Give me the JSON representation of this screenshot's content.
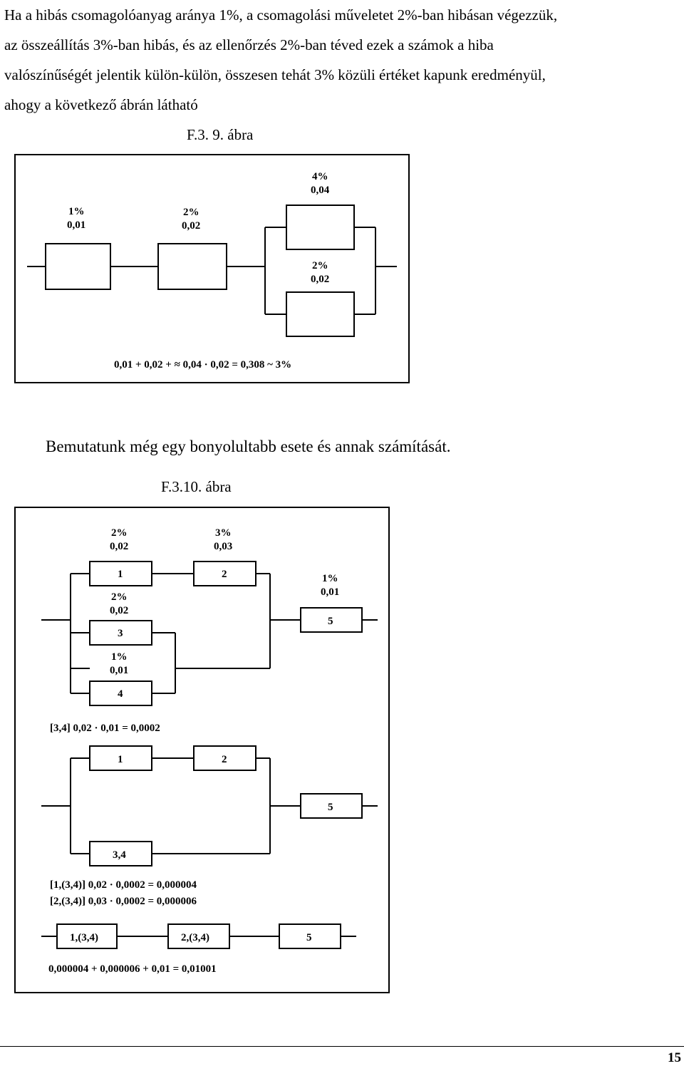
{
  "paragraph": {
    "lines": [
      "Ha a hibás csomagolóanyag aránya 1%, a csomagolási műveletet 2%-ban hibásan végezzük,",
      "az összeállítás 3%-ban hibás, és az ellenőrzés 2%-ban téved ezek a számok a hiba",
      "valószínűségét jelentik külön-külön, összesen tehát 3% közüli értéket kapunk eredményül,",
      "ahogy a következő ábrán látható"
    ]
  },
  "figure1": {
    "title": "F.3. 9. ábra",
    "blocks": [
      {
        "pct": "1%",
        "prob": "0,01"
      },
      {
        "pct": "2%",
        "prob": "0,02"
      },
      {
        "pct": "4%",
        "prob": "0,04"
      },
      {
        "pct": "2%",
        "prob": "0,02"
      }
    ],
    "formula": "0,01 + 0,02 + ≈ 0,04 · 0,02 = 0,308 ~ 3%"
  },
  "middle_text": "Bemutatunk még egy bonyolultabb esete és annak számítását.",
  "figure2": {
    "title": "F.3.10. ábra",
    "b1": {
      "pct": "2%",
      "prob": "0,02",
      "label": "1"
    },
    "b2": {
      "pct": "3%",
      "prob": "0,03",
      "label": "2"
    },
    "b3": {
      "pct": "2%",
      "prob": "0,02",
      "label": "3"
    },
    "b4": {
      "pct": "1%",
      "prob": "0,01",
      "label": "4"
    },
    "b5": {
      "pct": "1%",
      "prob": "0,01",
      "label": "5"
    },
    "calc1": "[3,4] 0,02 · 0,01 = 0,0002",
    "step2": {
      "b1": "1",
      "b2": "2",
      "b5": "5",
      "b34": "3,4"
    },
    "calc2": "[1,(3,4)] 0,02 · 0,0002 = 0,000004",
    "calc3": "[2,(3,4)] 0,03 · 0,0002 = 0,000006",
    "step3": {
      "b1": "1,(3,4)",
      "b2": "2,(3,4)",
      "b5": "5"
    },
    "final": "0,000004 + 0,000006 + 0,01 = 0,01001"
  },
  "page_number": "15"
}
